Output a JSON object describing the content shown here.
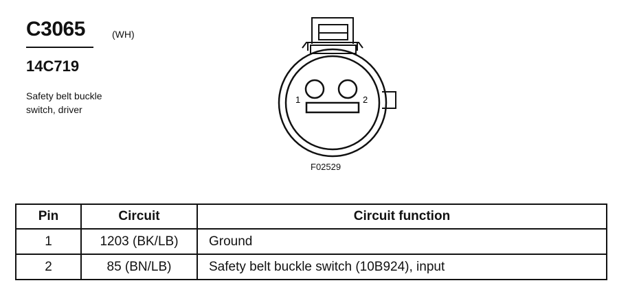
{
  "header": {
    "connector_id": "C3065",
    "color_code": "(WH)",
    "part_number": "14C719",
    "description_line1": "Safety belt buckle",
    "description_line2": "switch, driver"
  },
  "diagram": {
    "pin_left_label": "1",
    "pin_right_label": "2",
    "figure_code": "F02529"
  },
  "table": {
    "headers": {
      "pin": "Pin",
      "circuit": "Circuit",
      "function": "Circuit function"
    },
    "rows": [
      {
        "pin": "1",
        "circuit": "1203 (BK/LB)",
        "function": "Ground"
      },
      {
        "pin": "2",
        "circuit": "85 (BN/LB)",
        "function": "Safety belt buckle switch (10B924), input"
      }
    ]
  }
}
